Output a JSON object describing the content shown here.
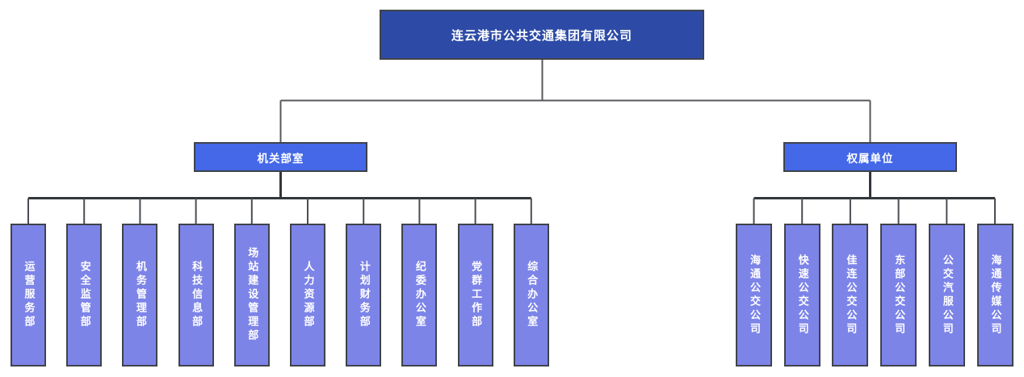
{
  "diagram": {
    "title": "连云港市公共交通集团有限公司",
    "branches": [
      {
        "label": "机关部室",
        "children": [
          "运营服务部",
          "安全监管部",
          "机务管理部",
          "科技信息部",
          "场站建设管理部",
          "人力资源部",
          "计划财务部",
          "纪委办公室",
          "党群工作部",
          "综合办公室"
        ]
      },
      {
        "label": "权属单位",
        "children": [
          "海通公交公司",
          "快速公交公司",
          "佳连公交公司",
          "东部公交公司",
          "公交汽服公司",
          "海通传媒公司"
        ]
      }
    ]
  },
  "colors": {
    "root_fill": "#2d4ba6",
    "branch_fill": "#4468e7",
    "leaf_fill": "#7d84e8",
    "text": "#ffffff",
    "border": "#3f434b",
    "line_upper": "#56585c",
    "line_trunk": "#33363b",
    "line_stub": "#4a4d52"
  }
}
